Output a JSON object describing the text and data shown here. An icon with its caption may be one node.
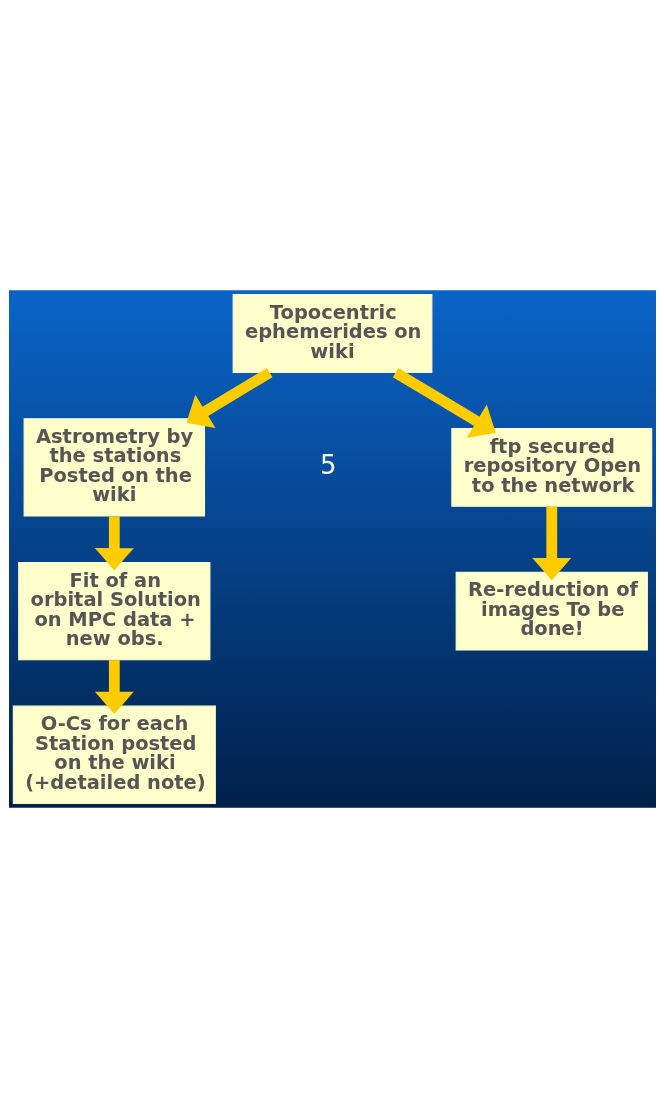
{
  "diagram": {
    "nodes": [
      {
        "text": [
          "Topocentric ephemerides on wiki"
        ]
      },
      {
        "text": [
          "Astrometry by the stations Posted on the wiki"
        ]
      },
      {
        "text": [
          "ftp secured repository Open to the network"
        ]
      },
      {
        "text": [
          "Fit of an orbital Solution on MPC data + new obs."
        ]
      },
      {
        "text": [
          "Re-reduction of images To be done!"
        ]
      },
      {
        "text": [
          "O-Cs for each Station posted on the wiki (+detailed note)"
        ]
      }
    ],
    "edges": [
      {
        "from": 0,
        "to": 1,
        "arrow": "to"
      },
      {
        "from": 0,
        "to": 2,
        "arrow": "to"
      },
      {
        "from": 1,
        "to": 3,
        "arrow": "to"
      },
      {
        "from": 2,
        "to": 4,
        "arrow": "to"
      },
      {
        "from": 3,
        "to": 5,
        "arrow": "to"
      }
    ],
    "labels": [
      "5"
    ]
  }
}
